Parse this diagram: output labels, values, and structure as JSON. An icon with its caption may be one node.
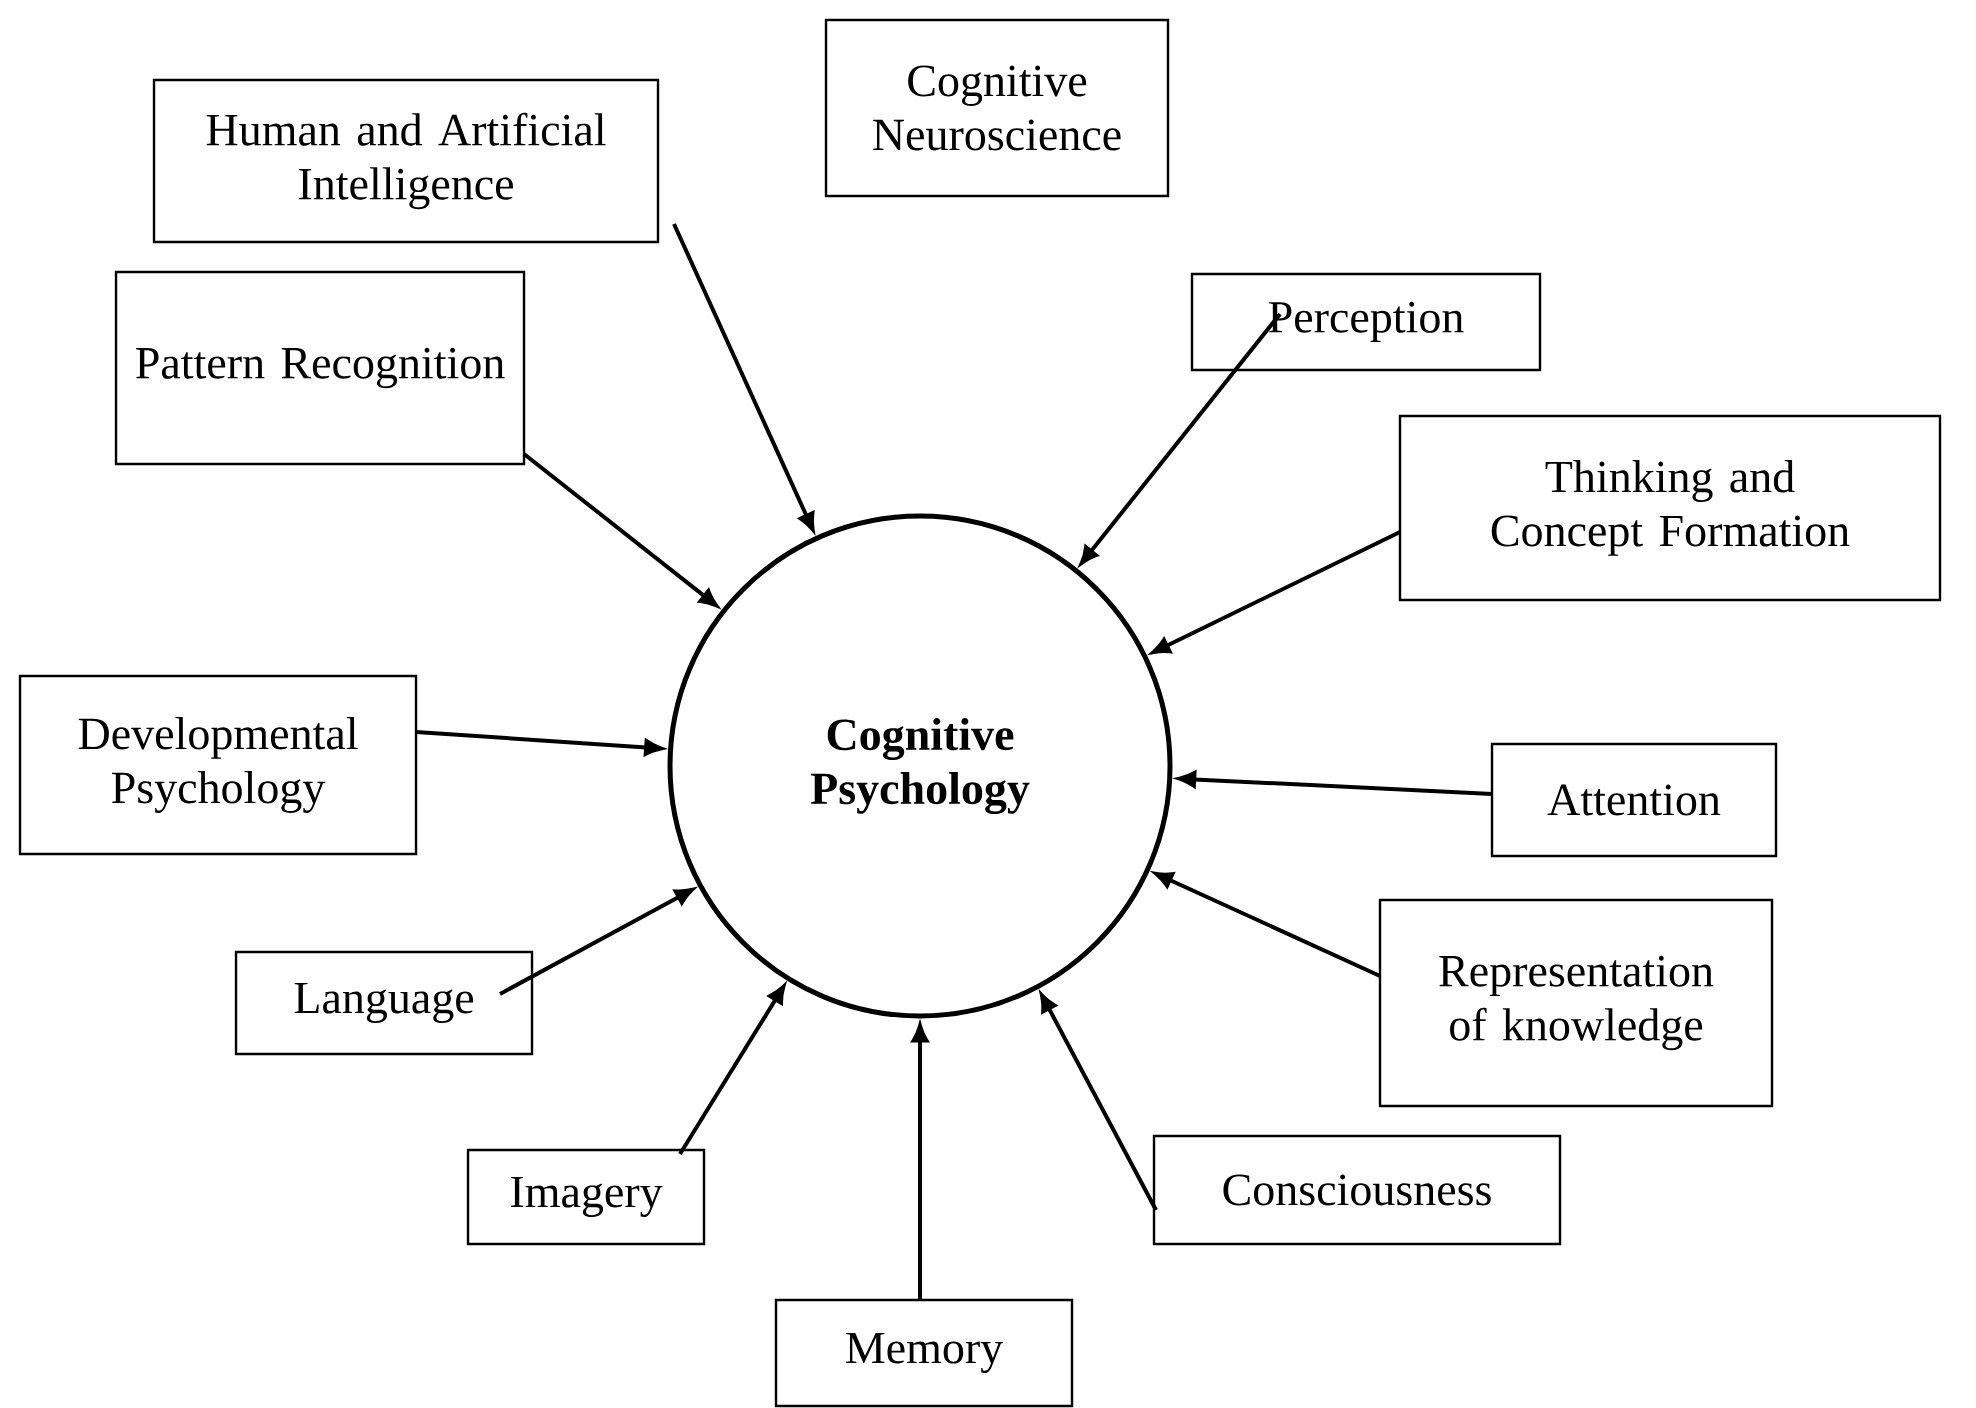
{
  "diagram": {
    "nodes": [
      {
        "text": [
          "Cognitive Neuroscience"
        ]
      },
      {
        "text": [
          "Human and Artificial Intelligence"
        ]
      },
      {
        "text": [
          "Perception"
        ]
      },
      {
        "text": [
          "Pattern Recognition"
        ]
      },
      {
        "text": [
          "Thinking and Concept Formation"
        ]
      },
      {
        "text": [
          "**Cognitive Psychology**"
        ]
      },
      {
        "text": [
          "Developmental Psychology"
        ]
      },
      {
        "text": [
          "Attention"
        ]
      },
      {
        "text": [
          "Language"
        ]
      },
      {
        "text": [
          "Representation of knowledge"
        ]
      },
      {
        "text": [
          "Imagery"
        ]
      },
      {
        "text": [
          "Consciousness"
        ]
      },
      {
        "text": [
          "Memory"
        ]
      }
    ],
    "edges": [
      {
        "from": 1,
        "to": 5,
        "arrow": "to"
      },
      {
        "from": 2,
        "to": 5,
        "arrow": "to"
      },
      {
        "from": 3,
        "to": 5,
        "arrow": "to"
      },
      {
        "from": 4,
        "to": 5,
        "arrow": "to"
      },
      {
        "from": 6,
        "to": 5,
        "arrow": "to"
      },
      {
        "from": 7,
        "to": 5,
        "arrow": "to"
      },
      {
        "from": 8,
        "to": 5,
        "arrow": "to"
      },
      {
        "from": 9,
        "to": 5,
        "arrow": "to"
      },
      {
        "from": 10,
        "to": 5,
        "arrow": "to"
      },
      {
        "from": 11,
        "to": 5,
        "arrow": "to"
      },
      {
        "from": 12,
        "to": 5,
        "arrow": "to"
      }
    ]
  }
}
